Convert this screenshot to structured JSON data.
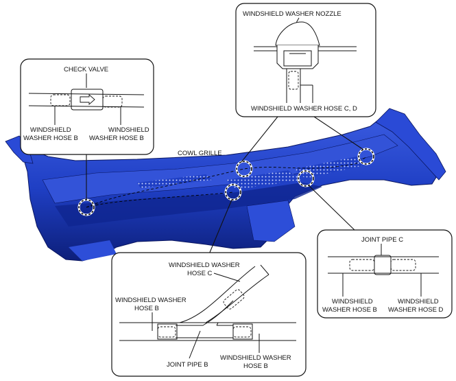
{
  "labels": {
    "check_valve": "CHECK VALVE",
    "hose_b_left_line1": "WINDSHIELD",
    "hose_b_left_line2": "WASHER HOSE B",
    "hose_b_right_line1": "WINDSHIELD",
    "hose_b_right_line2": "WASHER HOSE B",
    "nozzle": "WINDSHIELD WASHER NOZZLE",
    "hose_cd": "WINDSHIELD WASHER HOSE C, D",
    "cowl_grille": "COWL GRILLE",
    "joint_c": "JOINT PIPE C",
    "jc_hose_b_line1": "WINDSHIELD",
    "jc_hose_b_line2": "WASHER HOSE B",
    "jc_hose_d_line1": "WINDSHIELD",
    "jc_hose_d_line2": "WASHER HOSE D",
    "jb_hose_c_line1": "WINDSHIELD WASHER",
    "jb_hose_c_line2": "HOSE C",
    "jb_hose_b_left_line1": "WINDSHIELD WASHER",
    "jb_hose_b_left_line2": "HOSE B",
    "joint_b": "JOINT PIPE B",
    "jb_hose_b_right_line1": "WINDSHIELD WASHER",
    "jb_hose_b_right_line2": "HOSE B"
  },
  "colors": {
    "cowl_body": "#1f3fc4",
    "cowl_dark": "#0d1f7a",
    "cowl_light": "#4a6ae0",
    "outline": "#111111"
  }
}
